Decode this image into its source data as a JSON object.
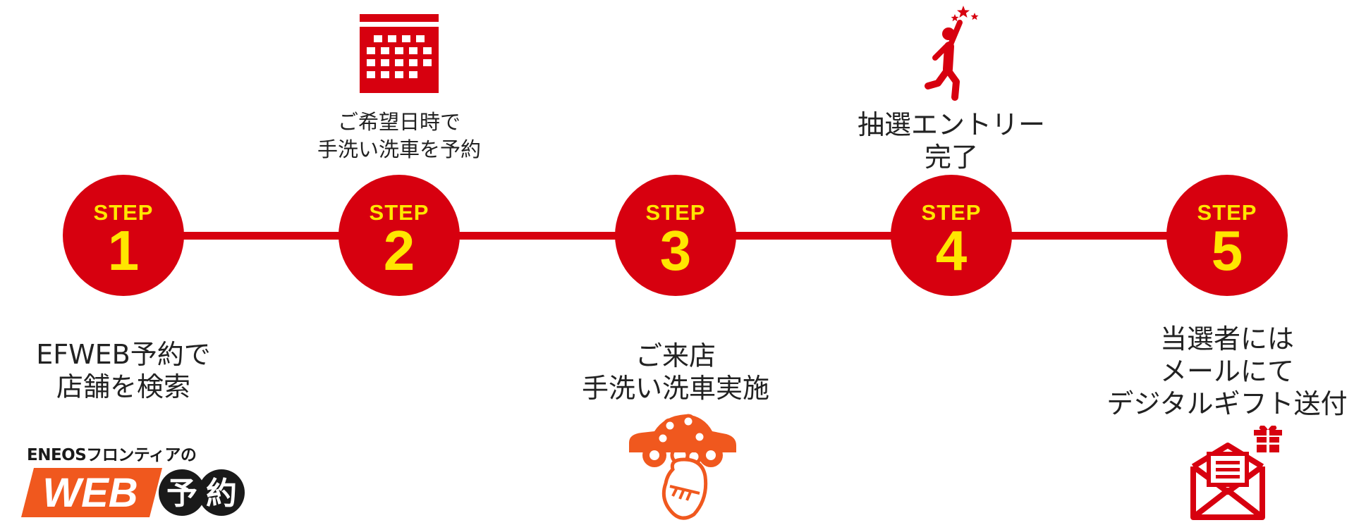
{
  "steps": [
    {
      "label": "STEP",
      "number": "1",
      "caption": [
        "EFWEB予約で",
        "店舗を検索"
      ]
    },
    {
      "label": "STEP",
      "number": "2",
      "caption": [
        "ご希望日時で",
        "手洗い洗車を予約"
      ]
    },
    {
      "label": "STEP",
      "number": "3",
      "caption": [
        "ご来店",
        "手洗い洗車実施"
      ]
    },
    {
      "label": "STEP",
      "number": "4",
      "caption": [
        "抽選エントリー",
        "完了"
      ]
    },
    {
      "label": "STEP",
      "number": "5",
      "caption": [
        "当選者には",
        "メールにて",
        "デジタルギフト送付"
      ]
    }
  ],
  "brand": {
    "tagline": "ENEOSフロンティアの",
    "web": "WEB",
    "yo": "予",
    "yaku": "約"
  },
  "icons": {
    "step2": "calendar-icon",
    "step3": "car-wash-icon",
    "step4": "jumping-person-star-icon",
    "step5": "gift-mail-icon"
  },
  "colors": {
    "accent": "#d7000f",
    "number": "#ffe600",
    "logo_orange": "#f0581e",
    "dark": "#222222"
  }
}
